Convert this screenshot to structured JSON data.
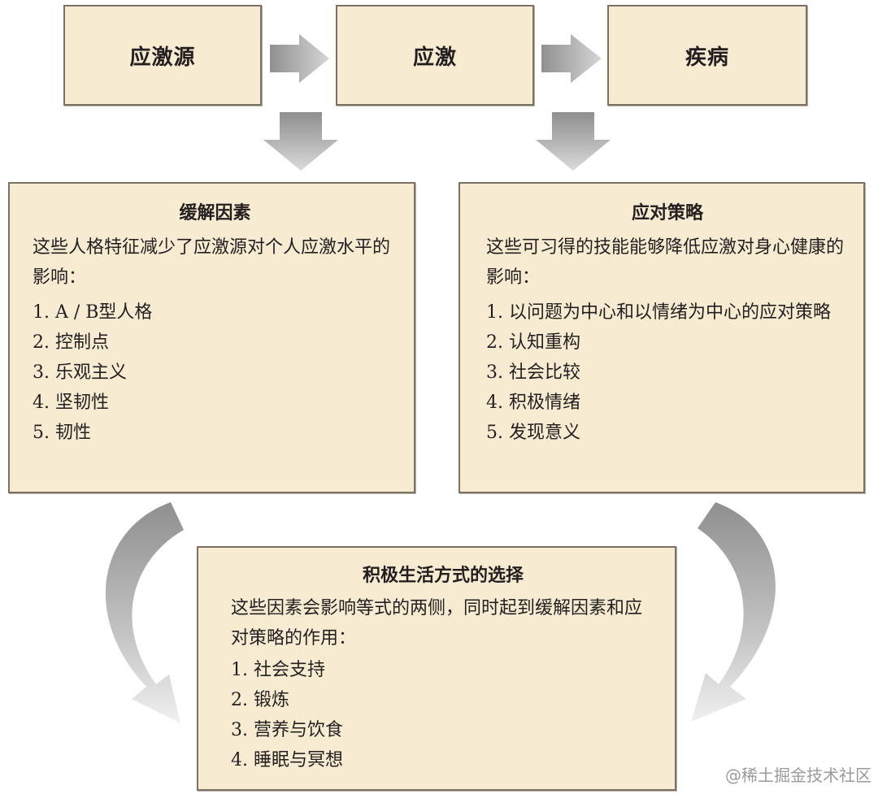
{
  "flow": {
    "stressor": "应激源",
    "stress": "应激",
    "illness": "疾病"
  },
  "moderators": {
    "title": "缓解因素",
    "description": "这些人格特征减少了应激源对个人应激水平的影响：",
    "items": [
      "1. A / B型人格",
      "2. 控制点",
      "3. 乐观主义",
      "4. 坚韧性",
      "5. 韧性"
    ]
  },
  "coping": {
    "title": "应对策略",
    "description": "这些可习得的技能能够降低应激对身心健康的影响：",
    "items": [
      "1. 以问题为中心和以情绪为中心的应对策略",
      "2. 认知重构",
      "3. 社会比较",
      "4. 积极情绪",
      "5. 发现意义"
    ]
  },
  "lifestyle": {
    "title": "积极生活方式的选择",
    "description": "这些因素会影响等式的两侧，同时起到缓解因素和应对策略的作用：",
    "items": [
      "1. 社会支持",
      "2. 锻炼",
      "3. 营养与饮食",
      "4. 睡眠与冥想"
    ]
  },
  "watermark": "@稀土掘金技术社区",
  "colors": {
    "box_fill": "#f7ecd2",
    "box_border": "#7a7164",
    "arrow_gray": "#a8a8a8"
  }
}
